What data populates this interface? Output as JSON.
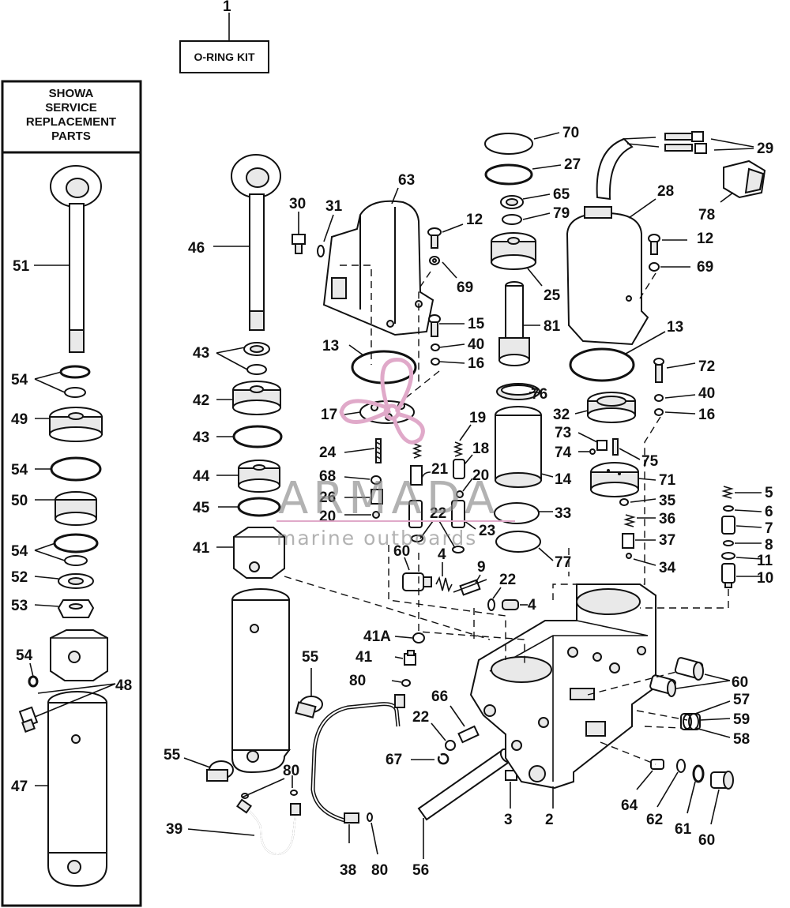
{
  "kit_box": {
    "number": "1",
    "label": "O-RING KIT"
  },
  "sidebar": {
    "title_lines": [
      "SHOWA",
      "SERVICE",
      "REPLACEMENT",
      "PARTS"
    ]
  },
  "watermark": {
    "brand": "ARMADA",
    "tagline": "marine outboards",
    "color": "#e0a9c9"
  },
  "callouts": {
    "c2": "2",
    "c3": "3",
    "c4a": "4",
    "c4b": "4",
    "c5": "5",
    "c6": "6",
    "c7": "7",
    "c8": "8",
    "c9": "9",
    "c10": "10",
    "c11": "11",
    "c12a": "12",
    "c12b": "12",
    "c13a": "13",
    "c13b": "13",
    "c14": "14",
    "c15": "15",
    "c16a": "16",
    "c16b": "16",
    "c17": "17",
    "c18": "18",
    "c19": "19",
    "c20a": "20",
    "c20b": "20",
    "c21": "21",
    "c22a": "22",
    "c22b": "22",
    "c22c": "22",
    "c23": "23",
    "c24": "24",
    "c25": "25",
    "c26": "26",
    "c27": "27",
    "c28": "28",
    "c29": "29",
    "c30": "30",
    "c31": "31",
    "c32": "32",
    "c33": "33",
    "c34": "34",
    "c35": "35",
    "c36": "36",
    "c37": "37",
    "c38": "38",
    "c39": "39",
    "c40a": "40",
    "c40b": "40",
    "c41": "41",
    "c41b": "41",
    "c41a": "41A",
    "c42": "42",
    "c43a": "43",
    "c43b": "43",
    "c44": "44",
    "c45": "45",
    "c46": "46",
    "c47": "47",
    "c48": "48",
    "c49": "49",
    "c50": "50",
    "c51": "51",
    "c52": "52",
    "c53": "53",
    "c54a": "54",
    "c54b": "54",
    "c54c": "54",
    "c54d": "54",
    "c55a": "55",
    "c55b": "55",
    "c56": "56",
    "c57": "57",
    "c58": "58",
    "c59": "59",
    "c60a": "60",
    "c60b": "60",
    "c60c": "60",
    "c61": "61",
    "c62": "62",
    "c63": "63",
    "c64": "64",
    "c65": "65",
    "c66": "66",
    "c67": "67",
    "c68": "68",
    "c69a": "69",
    "c69b": "69",
    "c70": "70",
    "c71": "71",
    "c72": "72",
    "c73": "73",
    "c74": "74",
    "c75": "75",
    "c76": "76",
    "c77": "77",
    "c78": "78",
    "c79": "79",
    "c80a": "80",
    "c80b": "80",
    "c80c": "80",
    "c81": "81"
  }
}
